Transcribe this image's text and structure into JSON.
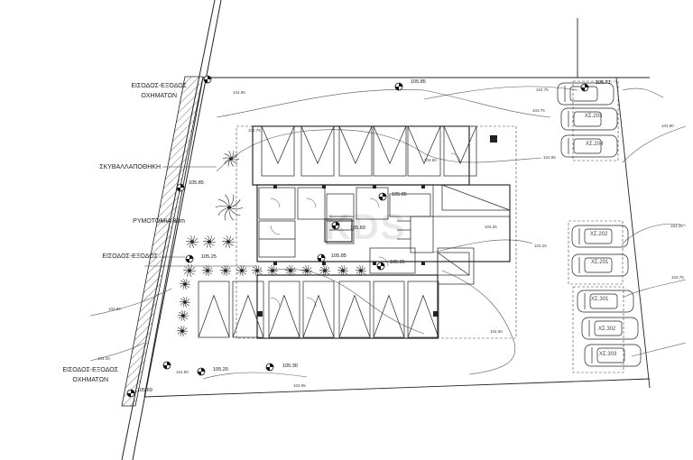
{
  "labels": {
    "entrance_top_line1": "ΕΙΣΟΔΟΣ-ΕΞΟΔΟΣ",
    "entrance_top_line2": "ΟΧΗΜΑΤΩΝ",
    "waste_storage": "ΣΚΥΒΑΛΛΑΠΟΘΗΚΗ",
    "meter_room": "ΡΥΜΟΤΟΜΙΑ 86m",
    "entrance_exit": "ΕΙΣΟΔΟΣ-ΕΞΟΔΟΣ",
    "entrance_bottom_line1": "ΕΙΣΟΔΟΣ-ΕΞΟΔΟΣ",
    "entrance_bottom_line2": "ΟΧΗΜΑΤΩΝ"
  },
  "parking_spaces": [
    "ΧΣ.203",
    "ΧΣ.204",
    "ΧΣ.202",
    "ΧΣ.201",
    "ΧΣ.301",
    "ΧΣ.302",
    "ΧΣ.303"
  ],
  "elevations": [
    "105.85",
    "105.71",
    "105.85",
    "105.60",
    "105.85",
    "105.25",
    "105.20",
    "105.30",
    "105.85",
    "105.25",
    "105.69"
  ],
  "contours": [
    "104.75",
    "104.95",
    "104.75",
    "104.90",
    "104.25",
    "104.25",
    "104.50",
    "104.25",
    "104.75",
    "104.95",
    "104.96",
    "104.95",
    "104.60",
    "104.80",
    "104.25",
    "104.75"
  ],
  "watermark": "KDS"
}
